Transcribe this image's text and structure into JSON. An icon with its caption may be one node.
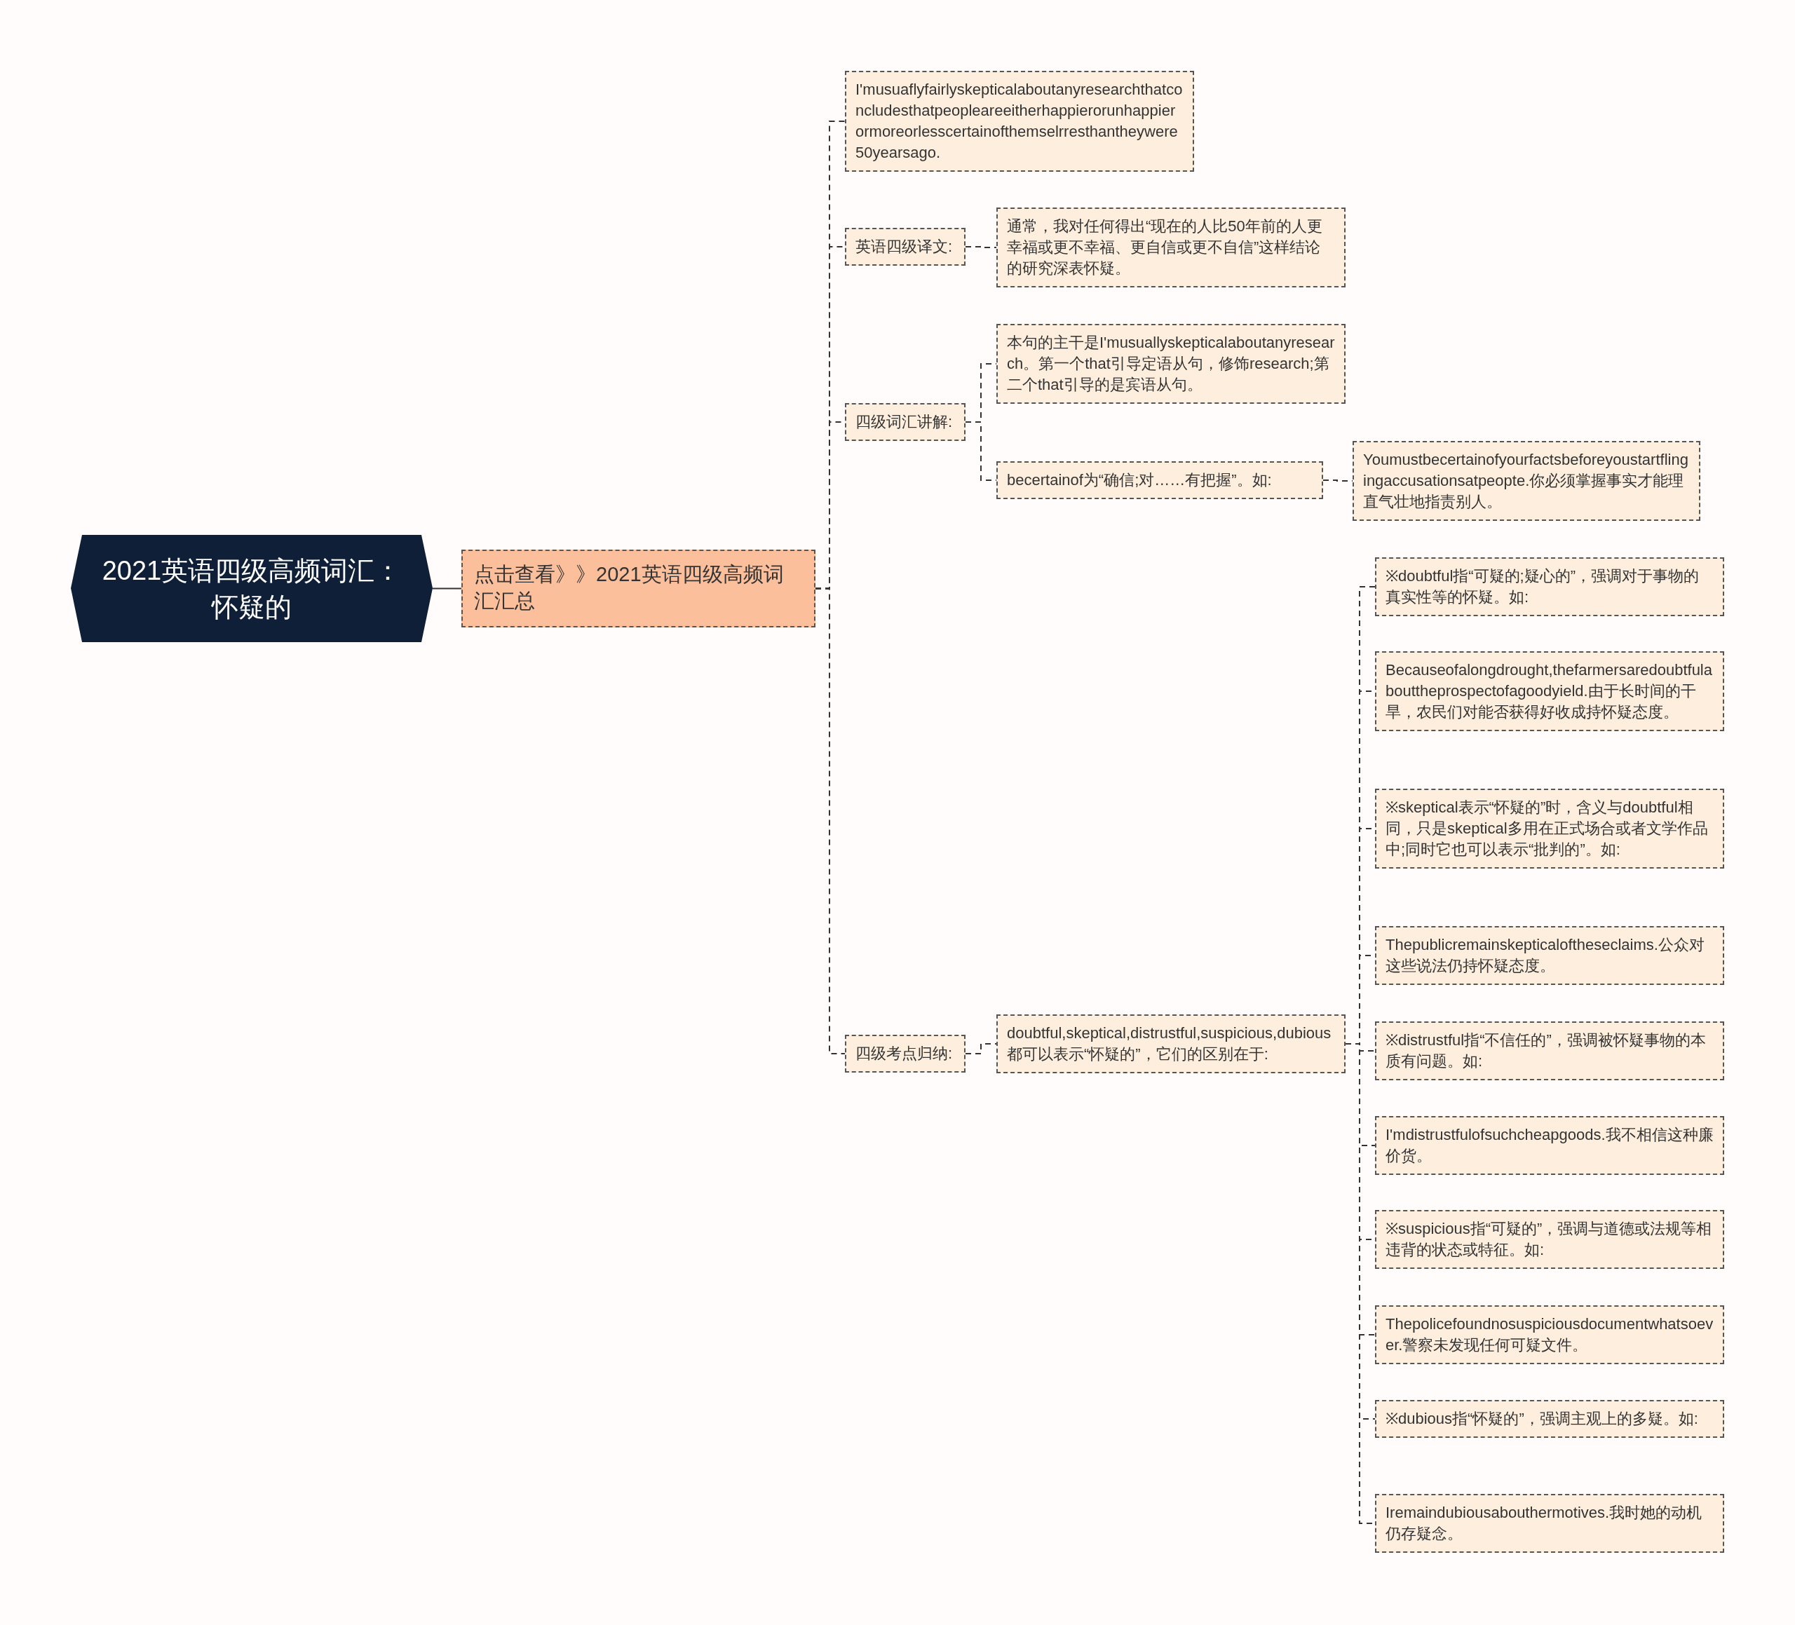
{
  "diagram": {
    "nodes": [
      {
        "text": [
          "2021英语四级高频词汇：怀疑的"
        ]
      },
      {
        "text": [
          "点击查看》》2021英语四级高频词汇汇总"
        ]
      },
      {
        "text": [
          "I'musuaflyfairlyskepticalaboutanyresearchthatconcludesthatpeopleareeitherhappierorunhappierormoreorlesscertainofthemselrresthantheywere50yearsago."
        ]
      },
      {
        "text": [
          "英语四级译文:"
        ]
      },
      {
        "text": [
          "通常，我对任何得出“现在的人比50年前的人更幸福或更不幸福、更自信或更不自信”这样结论的研究深表怀疑。"
        ]
      },
      {
        "text": [
          "四级词汇讲解:"
        ]
      },
      {
        "text": [
          "本句的主干是I'musuallyskepticalaboutanyresearch。第一个that引导定语从句，修饰research;第二个that引导的是宾语从句。"
        ]
      },
      {
        "text": [
          "becertainof为“确信;对……有把握”。如:"
        ]
      },
      {
        "text": [
          "Youmustbecertainofyourfactsbeforeyoustartflingingaccusationsatpeopte.你必须掌握事实才能理直气壮地指责别人。"
        ]
      },
      {
        "text": [
          "四级考点归纳:"
        ]
      },
      {
        "text": [
          "doubtful,skeptical,distrustful,suspicious,dubious都可以表示“怀疑的”，它们的区别在于:"
        ]
      },
      {
        "text": [
          "※doubtful指“可疑的;疑心的”，强调对于事物的真实性等的怀疑。如:"
        ]
      },
      {
        "text": [
          "Becauseofalongdrought,thefarmersaredoubtfulabouttheprospectofagoodyield.由于长时间的干旱，农民们对能否获得好收成持怀疑态度。"
        ]
      },
      {
        "text": [
          "※skeptical表示“怀疑的”时，含义与doubtful相同，只是skeptical多用在正式场合或者文学作品中;同时它也可以表示“批判的”。如:"
        ]
      },
      {
        "text": [
          "Thepublicremainskepticaloftheseclaims.公众对这些说法仍持怀疑态度。"
        ]
      },
      {
        "text": [
          "※distrustful指“不信任的”，强调被怀疑事物的本质有问题。如:"
        ]
      },
      {
        "text": [
          "I'mdistrustfulofsuchcheapgoods.我不相信这种廉价货。"
        ]
      },
      {
        "text": [
          "※suspicious指“可疑的”，强调与道德或法规等相违背的状态或特征。如:"
        ]
      },
      {
        "text": [
          "Thepolicefoundnosuspiciousdocumentwhatsoever.警察未发现任何可疑文件。"
        ]
      },
      {
        "text": [
          "※dubious指“怀疑的”，强调主观上的多疑。如:"
        ]
      },
      {
        "text": [
          "Iremaindubiousabouthermotives.我时她的动机仍存疑念。"
        ]
      }
    ],
    "edges": [
      {
        "from": 0,
        "to": 1,
        "arrow": "none"
      },
      {
        "from": 1,
        "to": 2,
        "arrow": "none",
        "style": "dashed"
      },
      {
        "from": 1,
        "to": 3,
        "arrow": "none",
        "style": "dashed"
      },
      {
        "from": 1,
        "to": 5,
        "arrow": "none",
        "style": "dashed"
      },
      {
        "from": 1,
        "to": 9,
        "arrow": "none",
        "style": "dashed"
      },
      {
        "from": 3,
        "to": 4,
        "arrow": "none",
        "style": "dashed"
      },
      {
        "from": 5,
        "to": 6,
        "arrow": "none",
        "style": "dashed"
      },
      {
        "from": 5,
        "to": 7,
        "arrow": "none",
        "style": "dashed"
      },
      {
        "from": 7,
        "to": 8,
        "arrow": "none",
        "style": "dashed"
      },
      {
        "from": 9,
        "to": 10,
        "arrow": "none",
        "style": "dashed"
      },
      {
        "from": 10,
        "to": 11,
        "arrow": "none",
        "style": "dashed"
      },
      {
        "from": 10,
        "to": 12,
        "arrow": "none",
        "style": "dashed"
      },
      {
        "from": 10,
        "to": 13,
        "arrow": "none",
        "style": "dashed"
      },
      {
        "from": 10,
        "to": 14,
        "arrow": "none",
        "style": "dashed"
      },
      {
        "from": 10,
        "to": 15,
        "arrow": "none",
        "style": "dashed"
      },
      {
        "from": 10,
        "to": 16,
        "arrow": "none",
        "style": "dashed"
      },
      {
        "from": 10,
        "to": 17,
        "arrow": "none",
        "style": "dashed"
      },
      {
        "from": 10,
        "to": 18,
        "arrow": "none",
        "style": "dashed"
      },
      {
        "from": 10,
        "to": 19,
        "arrow": "none",
        "style": "dashed"
      },
      {
        "from": 10,
        "to": 20,
        "arrow": "none",
        "style": "dashed"
      }
    ]
  }
}
